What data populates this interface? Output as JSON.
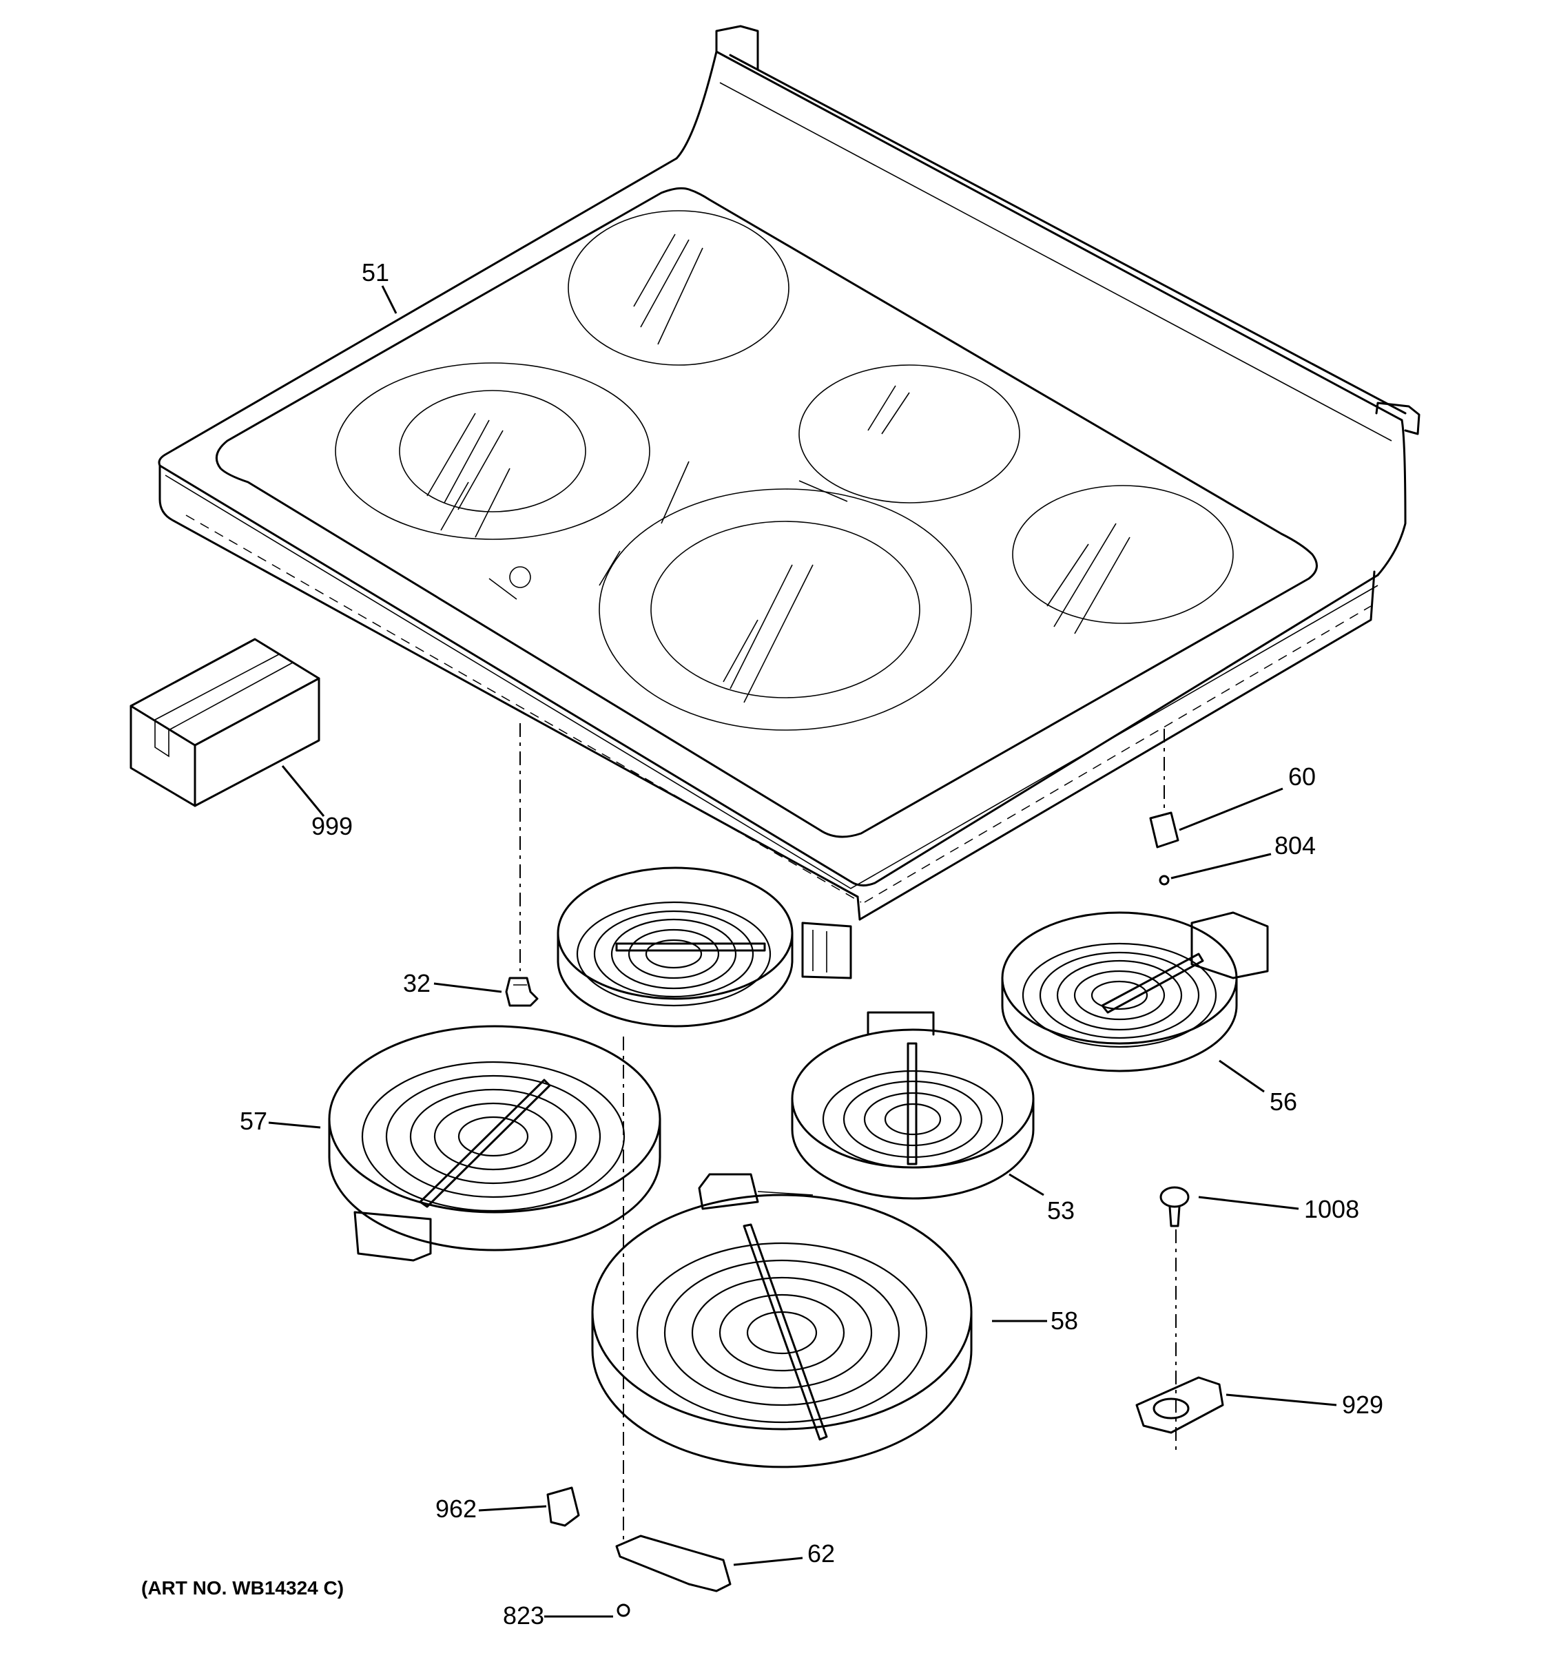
{
  "art_number": "(ART NO. WB14324 C)",
  "callouts": {
    "c51": "51",
    "c999": "999",
    "c60": "60",
    "c804": "804",
    "c32": "32",
    "c56": "56",
    "c57": "57",
    "c53": "53",
    "c1008": "1008",
    "c58": "58",
    "c929": "929",
    "c962": "962",
    "c62": "62",
    "c823": "823"
  }
}
